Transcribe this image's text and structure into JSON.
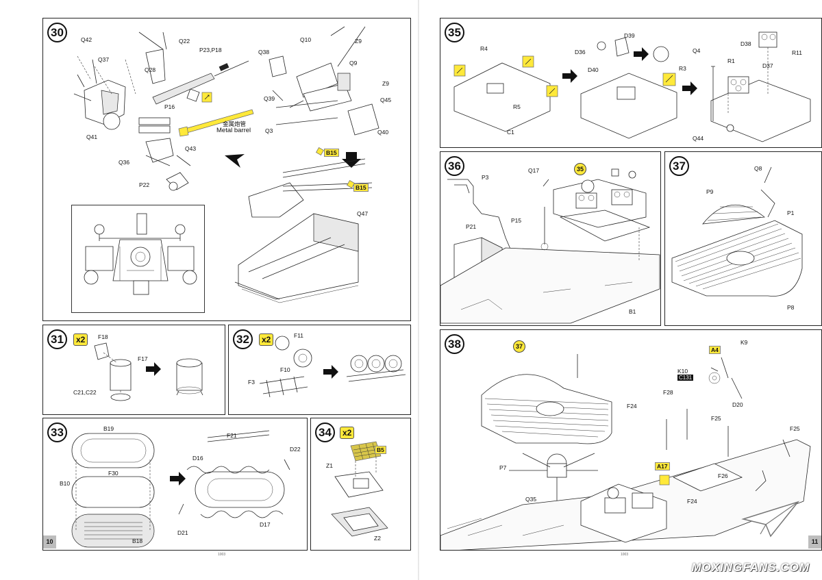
{
  "left_page": {
    "page_number": "10",
    "footer_code": "1003",
    "steps": [
      {
        "id": "30",
        "labels": {
          "q42": "Q42",
          "q37": "Q37",
          "q41": "Q41",
          "q28": "Q28",
          "q22": "Q22",
          "p23": "P23,P18",
          "p16": "P16",
          "q36": "Q36",
          "q43": "Q43",
          "p22": "P22",
          "q38": "Q38",
          "q10": "Q10",
          "z9a": "Z9",
          "q9": "Q9",
          "z9b": "Z9",
          "q39": "Q39",
          "q3": "Q3",
          "q45": "Q45",
          "q40": "Q40",
          "b15a": "B15",
          "b15b": "B15",
          "q47": "Q47"
        },
        "barrel_cn": "金属炮管",
        "barrel_en": "Metal barrel"
      },
      {
        "id": "31",
        "multiplier": "x2",
        "labels": {
          "f18": "F18",
          "f17": "F17",
          "c21": "C21,C22"
        }
      },
      {
        "id": "32",
        "multiplier": "x2",
        "labels": {
          "f11": "F11",
          "f10": "F10",
          "f3": "F3"
        }
      },
      {
        "id": "33",
        "labels": {
          "b19": "B19",
          "f30": "F30",
          "b10": "B10",
          "b18": "B18",
          "f21": "F21",
          "d16": "D16",
          "d22": "D22",
          "d21": "D21",
          "d17": "D17"
        }
      },
      {
        "id": "34",
        "multiplier": "x2",
        "labels": {
          "b5": "B5",
          "z1": "Z1",
          "z2": "Z2"
        }
      }
    ]
  },
  "right_page": {
    "page_number": "11",
    "footer_code": "1003",
    "steps": [
      {
        "id": "35",
        "labels": {
          "r4": "R4",
          "r5": "R5",
          "c1": "C1",
          "d39": "D39",
          "d36": "D36",
          "d40": "D40",
          "q4": "Q4",
          "r3": "R3",
          "d38": "D38",
          "r11": "R11",
          "r1": "R1",
          "d37": "D37",
          "q44": "Q44"
        }
      },
      {
        "id": "36",
        "labels": {
          "p3": "P3",
          "q17": "Q17",
          "ref35": "35",
          "p21": "P21",
          "p15": "P15",
          "b1": "B1"
        }
      },
      {
        "id": "37",
        "labels": {
          "q8": "Q8",
          "p9": "P9",
          "p1": "P1",
          "p8": "P8"
        }
      },
      {
        "id": "38",
        "labels": {
          "ref37": "37",
          "a4": "A4",
          "k9": "K9",
          "k10": "K10",
          "c131": "C131",
          "f28a": "F28",
          "f24a": "F24",
          "f25a": "F25",
          "d20": "D20",
          "f25b": "F25",
          "p7": "P7",
          "a17": "A17",
          "f26": "F26",
          "q35": "Q35",
          "f24b": "F24"
        }
      }
    ]
  },
  "watermark": "MOXINGFANS.COM"
}
